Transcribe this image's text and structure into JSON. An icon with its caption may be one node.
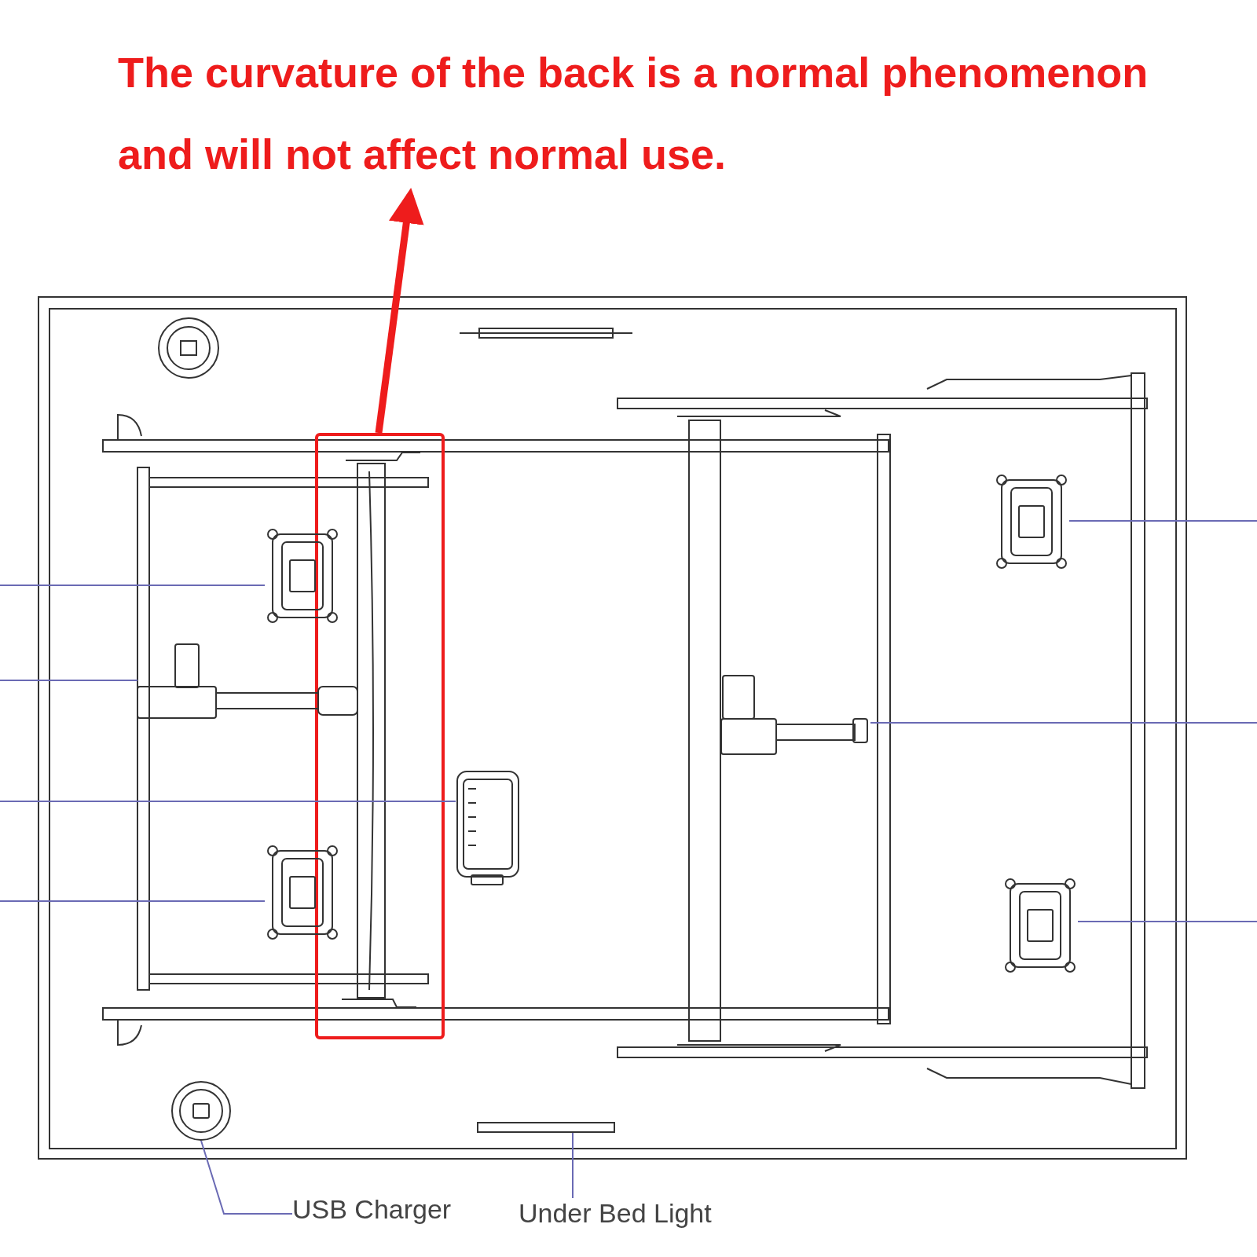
{
  "diagram": {
    "nodes": [
      {
        "text": [
          "The curvature of the back is a normal phenomenon and will not affect normal use."
        ]
      },
      {
        "text": [],
        "shape": "box"
      },
      {
        "text": [],
        "shape": "box"
      },
      {
        "text": [],
        "shape": "box"
      },
      {
        "text": [],
        "shape": "picture"
      },
      {
        "text": [],
        "shape": "picture"
      },
      {
        "text": [],
        "shape": "box"
      },
      {
        "text": [],
        "shape": "box"
      },
      {
        "text": [],
        "shape": "box"
      },
      {
        "text": [],
        "shape": "circle"
      },
      {
        "text": [],
        "shape": "bar"
      },
      {
        "text": [
          "USB Charger"
        ]
      },
      {
        "text": [
          "Under Bed Light"
        ]
      }
    ],
    "edges": [
      {
        "from": 1,
        "to": 0,
        "arrow": "to",
        "style": "thick",
        "color": "#ee1c1c"
      },
      {
        "from": 2,
        "to": null,
        "arrow": "none"
      },
      {
        "from": null,
        "to": 3,
        "arrow": "none"
      },
      {
        "from": null,
        "to": 4,
        "arrow": "none"
      },
      {
        "from": 5,
        "to": null,
        "arrow": "none"
      },
      {
        "from": null,
        "to": 6,
        "arrow": "none"
      },
      {
        "from": null,
        "to": 7,
        "arrow": "none"
      },
      {
        "from": 8,
        "to": null,
        "arrow": "none"
      },
      {
        "from": 11,
        "to": 9,
        "arrow": "none"
      },
      {
        "from": 12,
        "to": 10,
        "arrow": "none"
      }
    ]
  }
}
